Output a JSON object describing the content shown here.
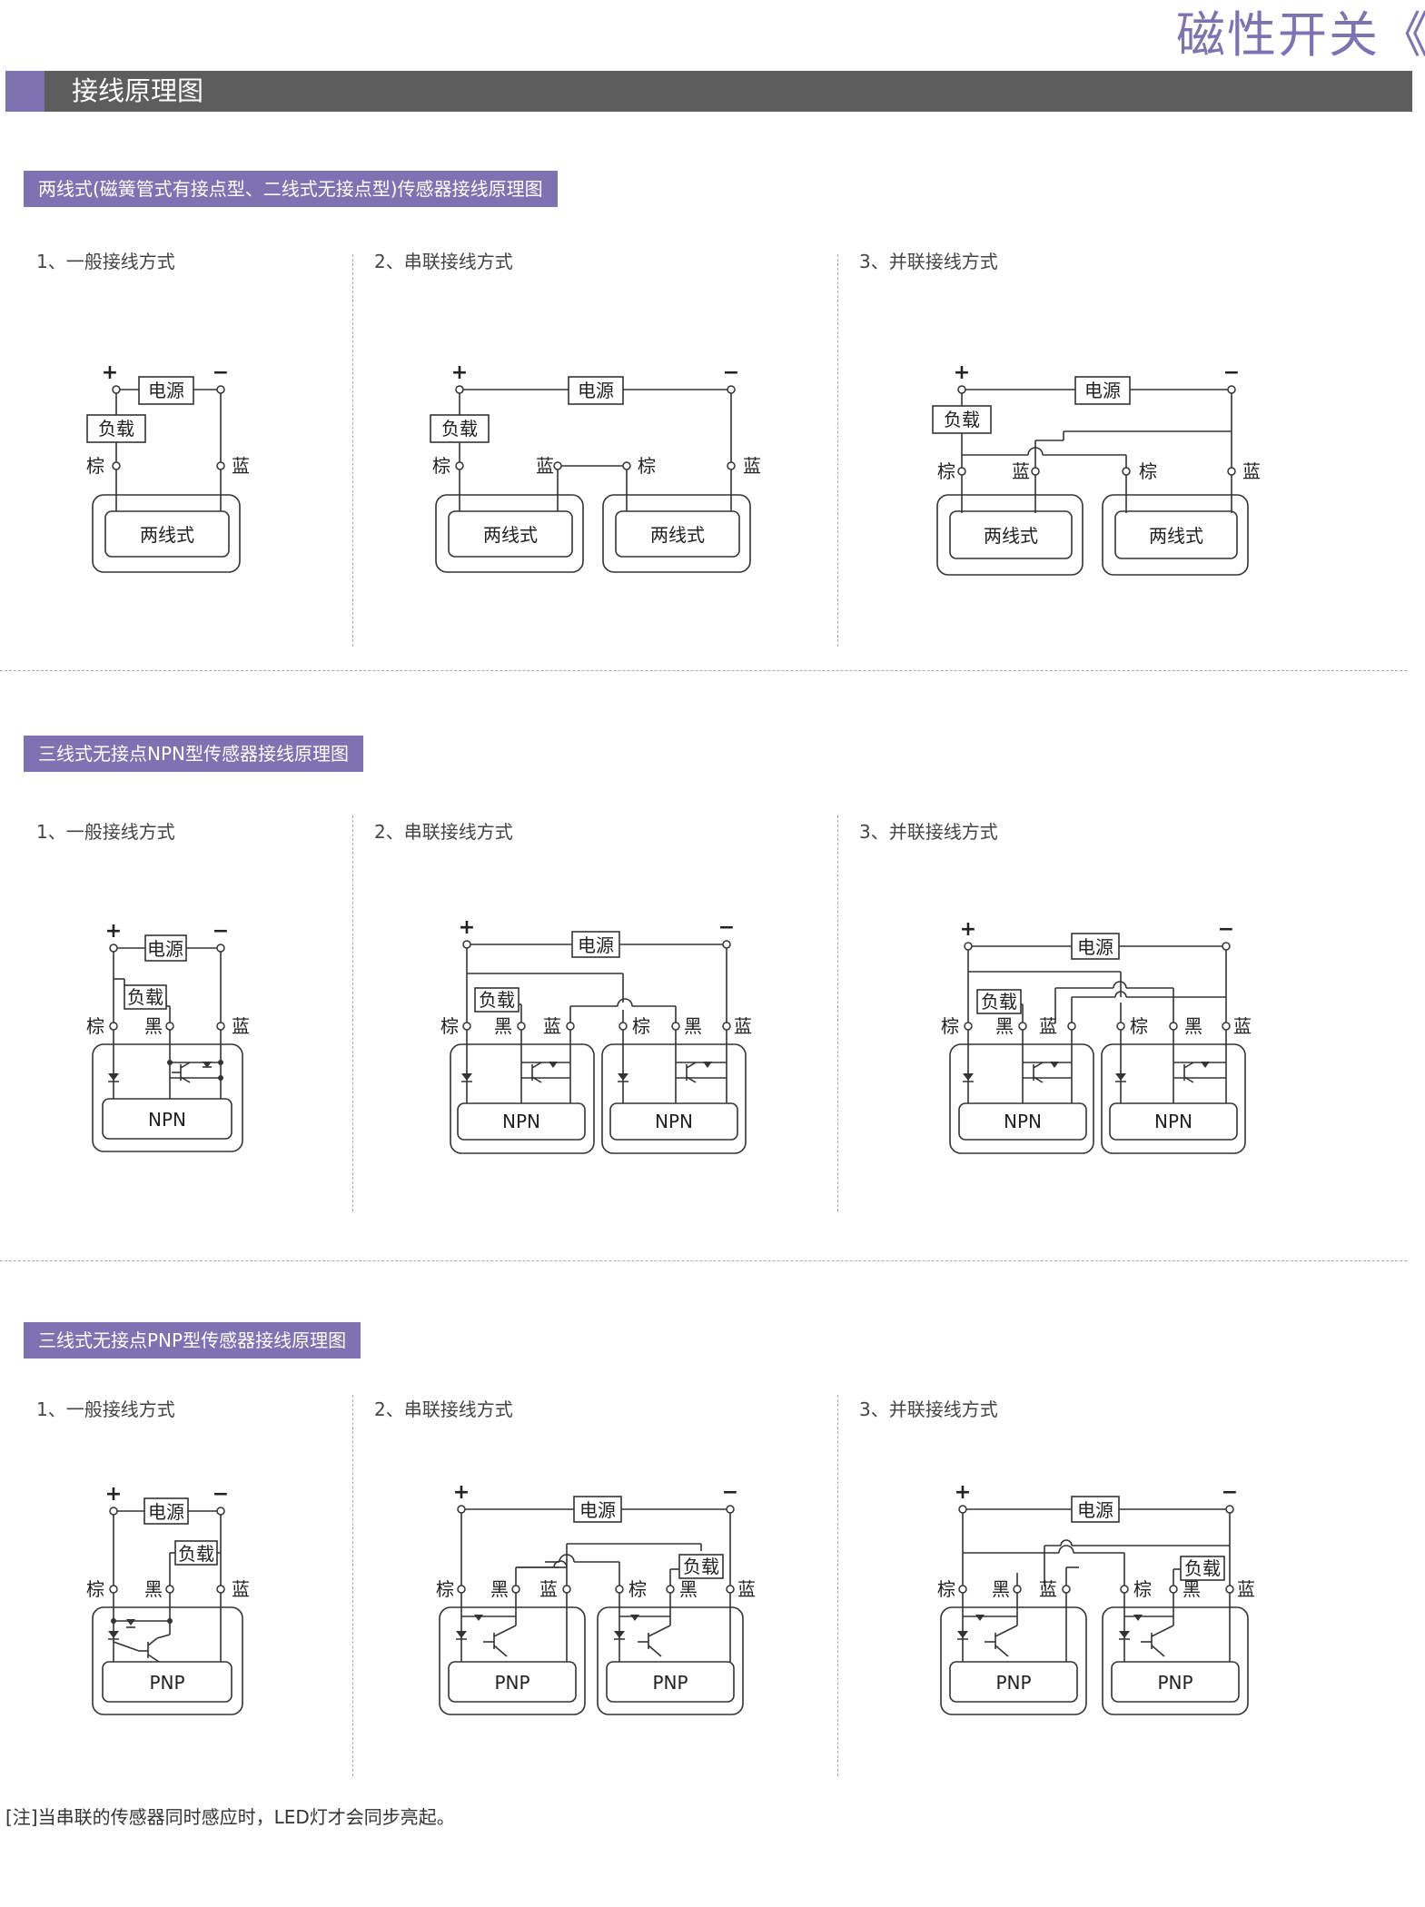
{
  "brand": "磁性开关《",
  "page_title": "接线原理图",
  "sections": [
    {
      "heading": "两线式(磁簧管式有接点型、二线式无接点型)传感器接线原理图",
      "methods": [
        "1、一般接线方式",
        "2、串联接线方式",
        "3、并联接线方式"
      ],
      "sensor_label": "两线式"
    },
    {
      "heading": "三线式无接点NPN型传感器接线原理图",
      "methods": [
        "1、一般接线方式",
        "2、串联接线方式",
        "3、并联接线方式"
      ],
      "sensor_label": "NPN"
    },
    {
      "heading": "三线式无接点PNP型传感器接线原理图",
      "methods": [
        "1、一般接线方式",
        "2、串联接线方式",
        "3、并联接线方式"
      ],
      "sensor_label": "PNP"
    }
  ],
  "labels": {
    "plus": "+",
    "minus": "−",
    "power": "电源",
    "load": "负载",
    "brown": "棕",
    "black": "黑",
    "blue": "蓝"
  },
  "note": "[注]当串联的传感器同时感应时，LED灯才会同步亮起。"
}
